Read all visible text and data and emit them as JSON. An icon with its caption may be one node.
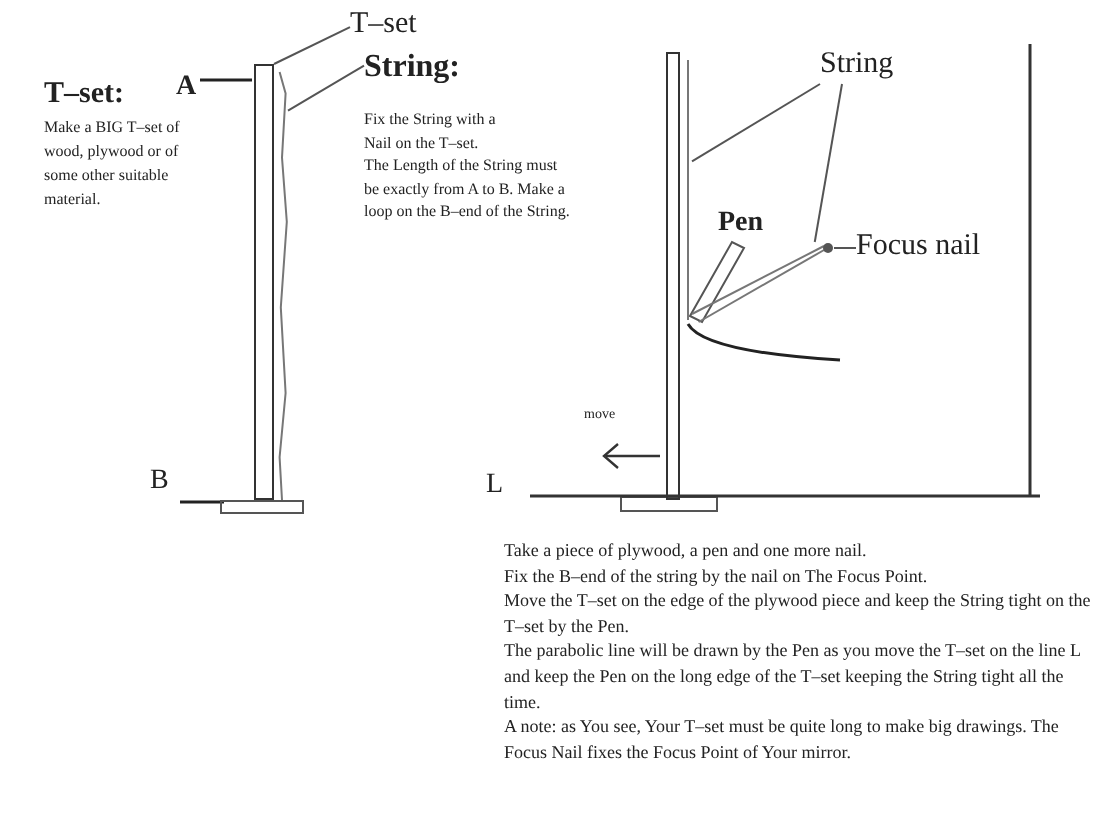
{
  "diagram": {
    "nodes": [
      {
        "text": [
          "T–set"
        ]
      },
      {
        "text": [
          "String:",
          "Fix the String with a Nail on the T–set.",
          "The Length of the String must be exactly from A to B. Make a loop on the B–end of the String."
        ]
      },
      {
        "text": [],
        "shape": "bar"
      },
      {
        "text": [],
        "shape": "line"
      },
      {
        "text": [
          "String"
        ]
      },
      {
        "text": [
          "Focus nail"
        ]
      },
      {
        "text": [],
        "shape": "bar"
      },
      {
        "text": [],
        "shape": "line"
      },
      {
        "text": [],
        "shape": "line"
      },
      {
        "text": [],
        "shape": "circle"
      }
    ],
    "edges": [
      {
        "from": 0,
        "to": 2,
        "arrow": "none"
      },
      {
        "from": 1,
        "to": 3,
        "arrow": "none"
      },
      {
        "from": 4,
        "to": 7,
        "arrow": "none"
      },
      {
        "from": 4,
        "to": 8,
        "arrow": "none"
      },
      {
        "from": 5,
        "to": 9,
        "arrow": "none"
      }
    ],
    "labels": [
      "T–set:",
      "Make a BIG T–set of wood, plywood or of some other suitable material.",
      "A",
      "B",
      "Pen",
      "move",
      "L",
      "Take a piece of plywood, a pen and one more nail.",
      "Fix the B–end of the string by the nail on The Focus Point.",
      "Move the T–set on the edge of the plywood piece and keep the String tight on the T–set by the Pen.",
      "The parabolic line will be drawn by the Pen as you move the T–set on the line L and keep the Pen on the long edge of the T–set keeping the String tight all the time.",
      "A note: as You see, Your T–set must be quite long to make big drawings. The Focus Nail fixes the Focus Point of Your mirror."
    ]
  }
}
